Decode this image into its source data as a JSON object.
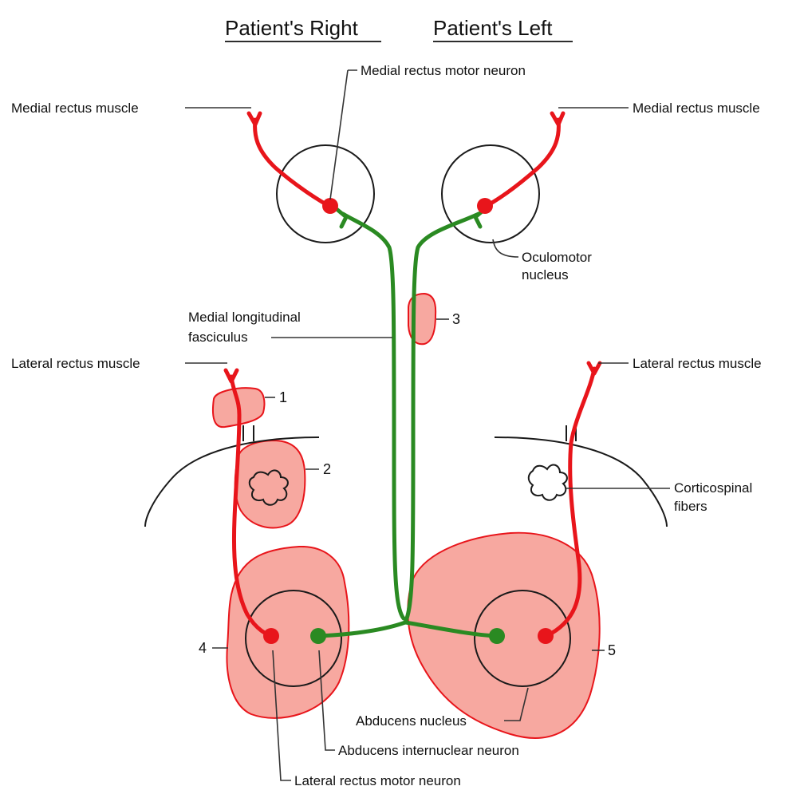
{
  "headers": {
    "right": "Patient's Right",
    "left": "Patient's Left"
  },
  "labels": {
    "medial_rectus_motor_neuron": "Medial rectus motor neuron",
    "medial_rectus_muscle_right": "Medial rectus muscle",
    "medial_rectus_muscle_left": "Medial rectus muscle",
    "oculomotor_nucleus_line1": "Oculomotor",
    "oculomotor_nucleus_line2": "nucleus",
    "mlf_line1": "Medial longitudinal",
    "mlf_line2": "fasciculus",
    "lateral_rectus_muscle_right": "Lateral rectus muscle",
    "lateral_rectus_muscle_left": "Lateral rectus muscle",
    "corticospinal_line1": "Corticospinal",
    "corticospinal_line2": "fibers",
    "abducens_nucleus": "Abducens nucleus",
    "abducens_internuclear_neuron": "Abducens internuclear neuron",
    "lateral_rectus_motor_neuron": "Lateral rectus motor neuron"
  },
  "lesion_numbers": {
    "n1": "1",
    "n2": "2",
    "n3": "3",
    "n4": "4",
    "n5": "5"
  },
  "colors": {
    "motor_pathway": "#e8151b",
    "mlf_pathway": "#2a8a22",
    "lesion_fill": "#f7a8a0",
    "outline": "#1a1a1a"
  }
}
